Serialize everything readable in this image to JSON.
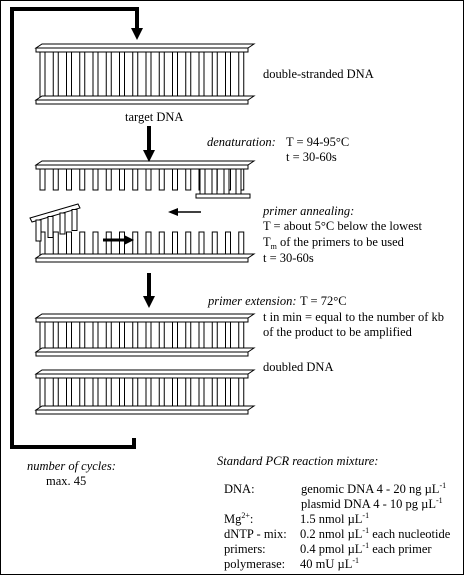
{
  "labels": {
    "double_stranded": "double-stranded DNA",
    "target": "target DNA",
    "denaturation_title": "denaturation:",
    "denaturation_T": "T = 94-95°C",
    "denaturation_t": "t = 30-60s",
    "annealing_title": "primer annealing:",
    "annealing_T": "T = about 5°C below the lowest",
    "annealing_Tm_symbol": "T",
    "annealing_Tm_sub": "m",
    "annealing_Tm_rest": "of the primers to be used",
    "annealing_t": "t = 30-60s",
    "extension_title": "primer extension:",
    "extension_T": "T = 72°C",
    "extension_t1": "t in min = equal to the number of kb",
    "extension_t2": "of the product to be amplified",
    "doubled": "doubled DNA",
    "cycles_title": "number of cycles:",
    "cycles_value": "max. 45"
  },
  "mixture": {
    "title": "Standard PCR reaction mixture:",
    "rows": [
      {
        "name": "DNA:",
        "value": "genomic DNA 4 - 20 ng µL",
        "sup": "-1",
        "rest": ""
      },
      {
        "name": "",
        "value": "plasmid DNA 4 - 10 pg µL",
        "sup": "-1",
        "rest": ""
      },
      {
        "name": "Mg",
        "name_sup": "2+",
        "name_rest": ":",
        "value": "1.5 nmol µL",
        "sup": "-1",
        "rest": ""
      },
      {
        "name": "dNTP - mix:",
        "value": "0.2 nmol µL",
        "sup": "-1",
        "rest": " each nucleotide"
      },
      {
        "name": "primers:",
        "value": "0.4 pmol µL",
        "sup": "-1",
        "rest": " each primer"
      },
      {
        "name": "polymerase:",
        "value": "40 mU µL",
        "sup": "-1",
        "rest": ""
      }
    ]
  }
}
